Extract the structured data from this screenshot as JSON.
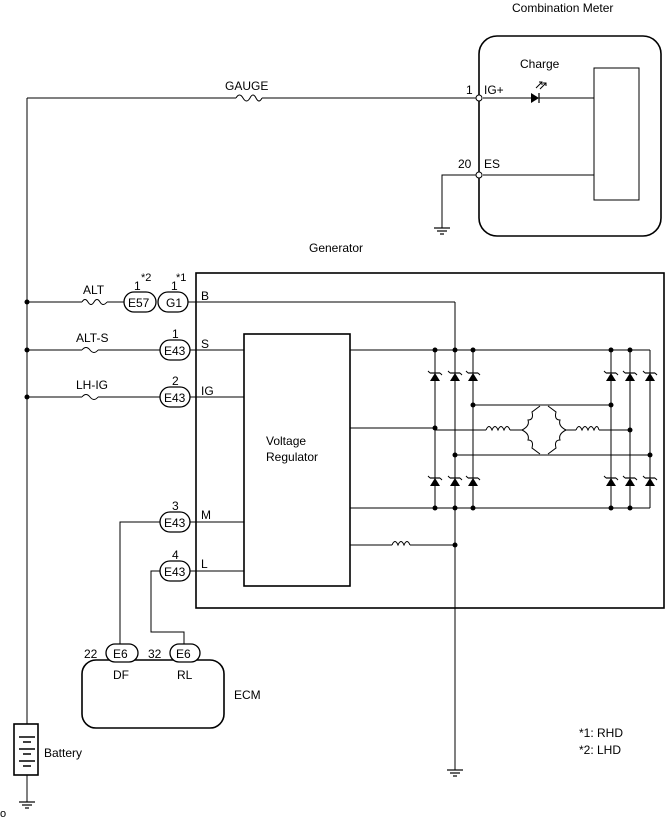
{
  "labels": {
    "combination_meter": "Combination Meter",
    "charge": "Charge",
    "generator": "Generator",
    "voltage_regulator_line1": "Voltage",
    "voltage_regulator_line2": "Regulator",
    "ecm": "ECM",
    "battery": "Battery",
    "corner_mark": "o"
  },
  "fuses": {
    "gauge": "GAUGE",
    "alt": "ALT",
    "alt_s": "ALT-S",
    "lh_ig": "LH-IG"
  },
  "meter_pins": {
    "ig_plus": {
      "number": "1",
      "name": "IG+"
    },
    "es": {
      "number": "20",
      "name": "ES"
    }
  },
  "connectors": {
    "e57": {
      "label": "E57",
      "pin": "1",
      "note": "*2"
    },
    "g1": {
      "label": "G1",
      "pin": "1",
      "note": "*1"
    },
    "e43_s": {
      "label": "E43",
      "pin": "1"
    },
    "e43_ig": {
      "label": "E43",
      "pin": "2"
    },
    "e43_m": {
      "label": "E43",
      "pin": "3"
    },
    "e43_l": {
      "label": "E43",
      "pin": "4"
    },
    "e6_df": {
      "label": "E6",
      "pin": "22"
    },
    "e6_rl": {
      "label": "E6",
      "pin": "32"
    }
  },
  "generator_terminals": {
    "b": "B",
    "s": "S",
    "ig": "IG",
    "m": "M",
    "l": "L"
  },
  "ecm_terminals": {
    "df": "DF",
    "rl": "RL"
  },
  "notes": {
    "n1": "*1: RHD",
    "n2": "*2: LHD"
  }
}
